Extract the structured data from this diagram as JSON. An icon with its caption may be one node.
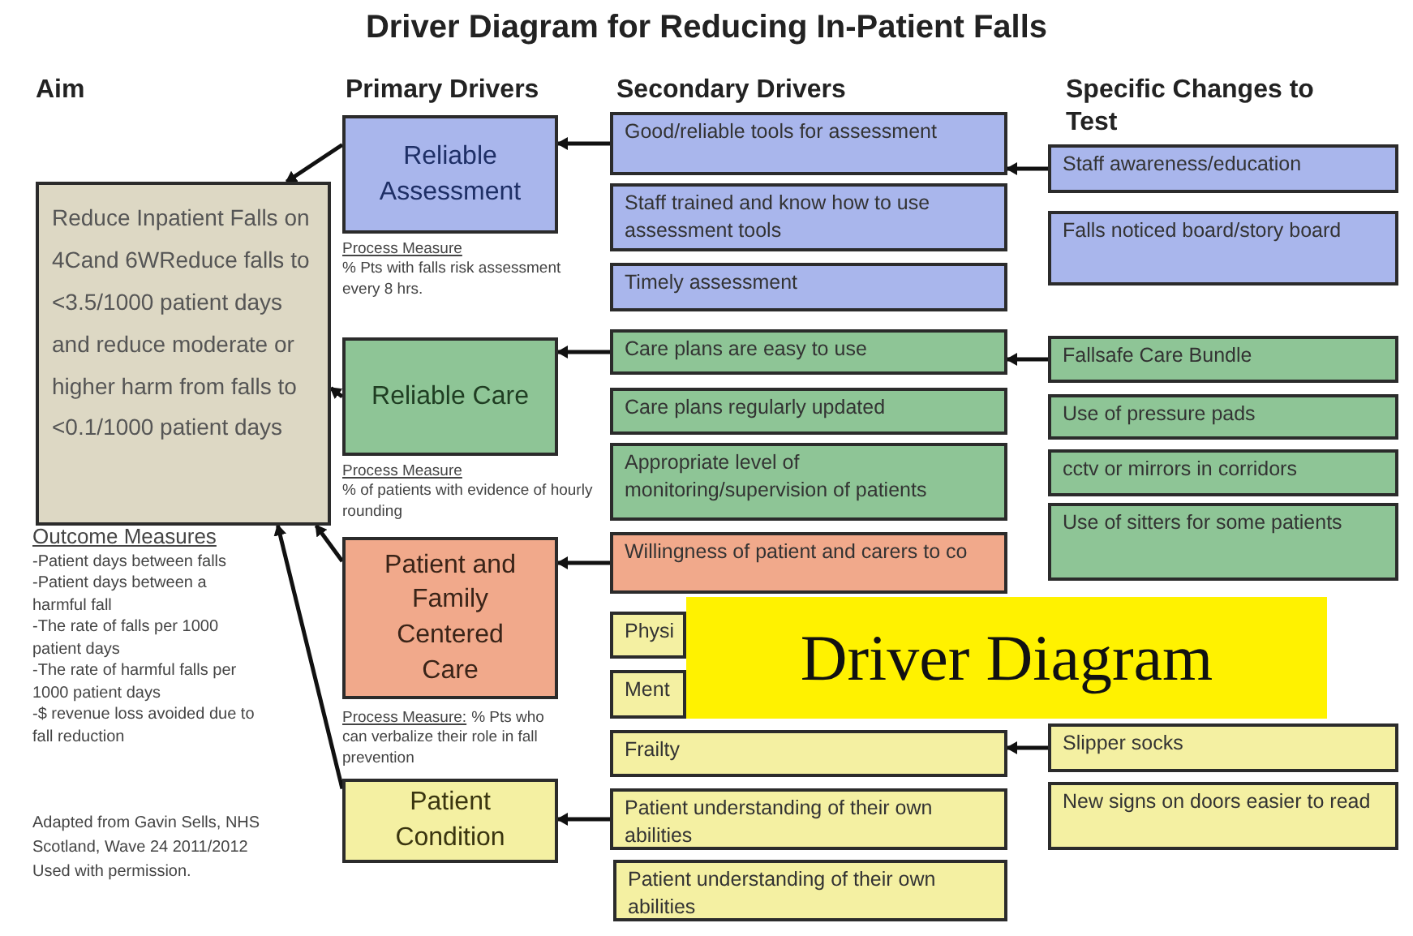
{
  "diagram": {
    "title": "Driver Diagram for Reducing In-Patient Falls",
    "nodes": [
      {
        "text": [
          "Reduce Inpatient Falls on 4Cand 6WReduce falls to <3.5/1000 patient days and reduce moderate or higher harm from falls to <0.1/1000 patient days"
        ],
        "beside": [
          "Outcome Measures",
          "-Patient days between falls",
          "-Patient days between a harmful fall",
          "-The rate of falls per 1000 patient days",
          "-The rate of harmful falls per 1000 patient days",
          "-$ revenue loss avoided due to fall reduction"
        ]
      },
      {
        "text": [
          "Reliable Assessment"
        ],
        "beside": [
          "Process Measure",
          "% Pts with falls risk assessment every 8 hrs."
        ]
      },
      {
        "text": [
          "Reliable Care"
        ],
        "beside": [
          "Process Measure",
          "% of patients with evidence of hourly rounding"
        ]
      },
      {
        "text": [
          "Patient and Family Centered Care"
        ],
        "beside": [
          "Process Measure:",
          "% Pts who can verbalize their role in fall prevention"
        ]
      },
      {
        "text": [
          "Patient Condition"
        ]
      },
      {
        "text": [
          "Good/reliable tools for assessment"
        ]
      },
      {
        "text": [
          "Staff trained and know how to use assessment tools"
        ]
      },
      {
        "text": [
          "Timely assessment"
        ]
      },
      {
        "text": [
          "Care plans are easy to use"
        ]
      },
      {
        "text": [
          "Care plans regularly updated"
        ]
      },
      {
        "text": [
          "Appropriate level of monitoring/supervision of patients"
        ]
      },
      {
        "text": [
          "Willingness of patient and carers to co"
        ]
      },
      {
        "text": [
          "Physi"
        ]
      },
      {
        "text": [
          "Ment"
        ]
      },
      {
        "text": [
          "Frailty"
        ]
      },
      {
        "text": [
          "Patient understanding of their own abilities"
        ]
      },
      {
        "text": [
          "Patient understanding of their own abilities"
        ]
      },
      {
        "text": [
          "Staff awareness/education"
        ]
      },
      {
        "text": [
          "Falls noticed board/story board"
        ]
      },
      {
        "text": [
          "Fallsafe Care Bundle"
        ]
      },
      {
        "text": [
          "Use of pressure pads"
        ]
      },
      {
        "text": [
          "cctv or mirrors in corridors"
        ]
      },
      {
        "text": [
          "Use of sitters for some patients"
        ]
      },
      {
        "text": [
          "Slipper socks"
        ]
      },
      {
        "text": [
          "New signs on doors easier to read"
        ]
      }
    ],
    "edges": [
      {
        "from": 1,
        "to": 0,
        "arrow": "to"
      },
      {
        "from": 2,
        "to": 0,
        "arrow": "to"
      },
      {
        "from": 3,
        "to": 0,
        "arrow": "to"
      },
      {
        "from": 4,
        "to": 0,
        "arrow": "to"
      },
      {
        "from": 5,
        "to": 1,
        "arrow": "to"
      },
      {
        "from": 8,
        "to": 2,
        "arrow": "to"
      },
      {
        "from": 11,
        "to": 3,
        "arrow": "to"
      },
      {
        "from": 15,
        "to": 4,
        "arrow": "to"
      },
      {
        "from": 17,
        "to": 5,
        "arrow": "to"
      },
      {
        "from": 19,
        "to": 8,
        "arrow": "to"
      },
      {
        "from": 23,
        "to": 14,
        "arrow": "to"
      }
    ],
    "labels": [
      "Aim",
      "Primary Drivers",
      "Secondary Drivers",
      "Specific Changes to Test",
      "Adapted from Gavin Sells, NHS Scotland, Wave 24 2011/2012 Used with permission.",
      "Driver Diagram"
    ]
  }
}
